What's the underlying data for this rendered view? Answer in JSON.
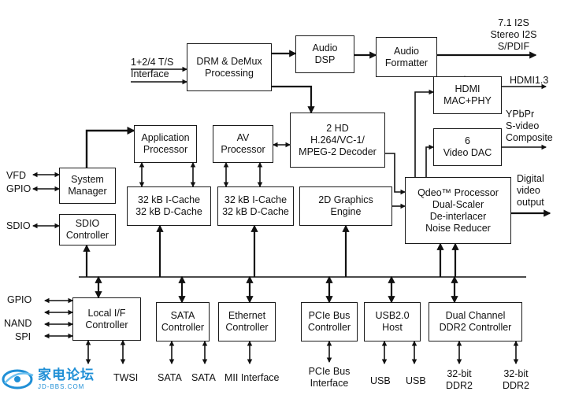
{
  "blocks": {
    "drm": "DRM & DeMux\nProcessing",
    "audio_dsp": "Audio\nDSP",
    "audio_formatter": "Audio\nFormatter",
    "hdmi_mac_phy": "HDMI\nMAC+PHY",
    "video_dac": "6\nVideo DAC",
    "app_processor": "Application\nProcessor",
    "av_processor": "AV\nProcessor",
    "hd_decoder": "2 HD\nH.264/VC-1/\nMPEG-2 Decoder",
    "system_manager": "System\nManager",
    "sdio_controller": "SDIO\nController",
    "cache_1": "32 kB I-Cache\n32 kB D-Cache",
    "cache_2": "32 kB I-Cache\n32 kB D-Cache",
    "graphics_2d": "2D Graphics\nEngine",
    "qdeo": "Qdeo™ Processor\nDual-Scaler\nDe-interlacer\nNoise Reducer",
    "local_if": "Local I/F\nController",
    "sata_controller": "SATA\nController",
    "ethernet_controller": "Ethernet\nController",
    "pcie_controller": "PCIe Bus\nController",
    "usb_host": "USB2.0\nHost",
    "ddr2_controller": "Dual Channel\nDDR2 Controller"
  },
  "labels": {
    "ts_interface": "1+2/4 T/S\nInterface",
    "audio_out": "7.1 I2S\nStereo I2S\nS/PDIF",
    "hdmi_out": "HDMI1.3",
    "analog_video_out": "YPbPr\nS-video\nComposite",
    "digital_video_out": "Digital\nvideo\noutput",
    "vfd": "VFD",
    "gpio_top": "GPIO",
    "sdio": "SDIO",
    "gpio_bottom": "GPIO",
    "nand": "NAND",
    "spi": "SPI",
    "twsi": "TWSI",
    "sata_1": "SATA",
    "sata_2": "SATA",
    "mii_interface": "MII Interface",
    "pcie_interface": "PCIe Bus\nInterface",
    "usb_1": "USB",
    "usb_2": "USB",
    "ddr2_1": "32-bit\nDDR2",
    "ddr2_2": "32-bit\nDDR2"
  },
  "watermark": {
    "chinese": "家电论坛",
    "url": "JD-BBS.COM"
  },
  "colors": {
    "line": "#111111",
    "watermark": "#1f8fd6"
  }
}
